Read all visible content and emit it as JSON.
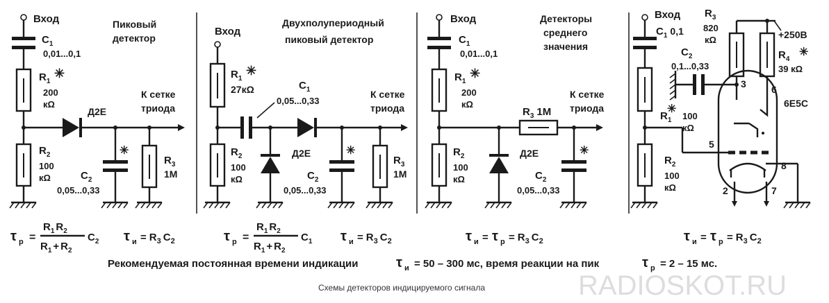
{
  "panels": {
    "peak": {
      "title1": "Пиковый",
      "title2": "детектор",
      "input": "Вход",
      "c1": "C",
      "c1_sub": "1",
      "c1_val": "0,01...0,1",
      "r1": "R",
      "r1_sub": "1",
      "r1_v1": "200",
      "r1_v2": "кΩ",
      "diode": "Д2Е",
      "grid1": "К сетке",
      "grid2": "триода",
      "r2": "R",
      "r2_sub": "2",
      "r2_v1": "100",
      "r2_v2": "кΩ",
      "c2": "C",
      "c2_sub": "2",
      "c2_val": "0,05...0,33",
      "r3": "R",
      "r3_sub": "3",
      "r3_val": "1M"
    },
    "fullwave": {
      "title1": "Двухполупериодный",
      "title2": "пиковый  детектор",
      "input": "Вход",
      "r1": "R",
      "r1_sub": "1",
      "r1_val": "27кΩ",
      "c1": "C",
      "c1_sub": "1",
      "c1_val": "0,05...0,33",
      "grid1": "К сетке",
      "grid2": "триода",
      "r2": "R",
      "r2_sub": "2",
      "r2_v1": "100",
      "r2_v2": "кΩ",
      "diode": "Д2Е",
      "c2": "C",
      "c2_sub": "2",
      "c2_val": "0,05...0,33",
      "r3": "R",
      "r3_sub": "3",
      "r3_val": "1M"
    },
    "average": {
      "title1": "Детекторы",
      "title2": "среднего",
      "title3": "значения",
      "input": "Вход",
      "c1": "C",
      "c1_sub": "1",
      "c1_val": "0,01...0,1",
      "r1": "R",
      "r1_sub": "1",
      "r1_v1": "200",
      "r1_v2": "кΩ",
      "r3": "R",
      "r3_sub": "3",
      "r3_val": "1M",
      "grid1": "К сетке",
      "grid2": "триода",
      "r2": "R",
      "r2_sub": "2",
      "r2_v1": "100",
      "r2_v2": "кΩ",
      "diode": "Д2Е",
      "c2": "C",
      "c2_sub": "2",
      "c2_val": "0,05...0,33"
    },
    "tube": {
      "input": "Вход",
      "c1": "C",
      "c1_sub": "1",
      "c1_val": "0,1",
      "r3": "R",
      "r3_sub": "3",
      "r3_v1": "820",
      "r3_v2": "кΩ",
      "supply": "+250В",
      "c2": "C",
      "c2_sub": "2",
      "c2_val": "0,1...0,33",
      "r4": "R",
      "r4_sub": "4",
      "r4_val": "39 кΩ",
      "tube_name": "6Е5С",
      "pin3": "3",
      "pin6": "6",
      "pin5": "5",
      "pin8": "8",
      "pin2": "2",
      "pin7": "7",
      "r1": "R",
      "r1_sub": "1",
      "r1_val": "100",
      "r1_unit": "кΩ",
      "r2": "R",
      "r2_sub": "2",
      "r2_v1": "100",
      "r2_v2": "кΩ"
    }
  },
  "formulas": {
    "tau": "τ",
    "sub_p": "р",
    "sub_i": "и",
    "eq": "=",
    "r1r2": "R",
    "s1": "1",
    "r2": "R",
    "s2": "2",
    "plus": "+",
    "c2": "C",
    "c1": "C",
    "rc_r": "R",
    "rc_s": "3",
    "rc_c": "C",
    "rc_cs": "2"
  },
  "bottom_text": "Рекомендуемая постоянная времени индикации",
  "bottom_mid": "= 50 – 300 мс, время реакции на пик",
  "bottom_end": "= 2 – 15 мс.",
  "caption": "Схемы детекторов индицируемого сигнала",
  "watermark": "RADIOSKOT.RU"
}
